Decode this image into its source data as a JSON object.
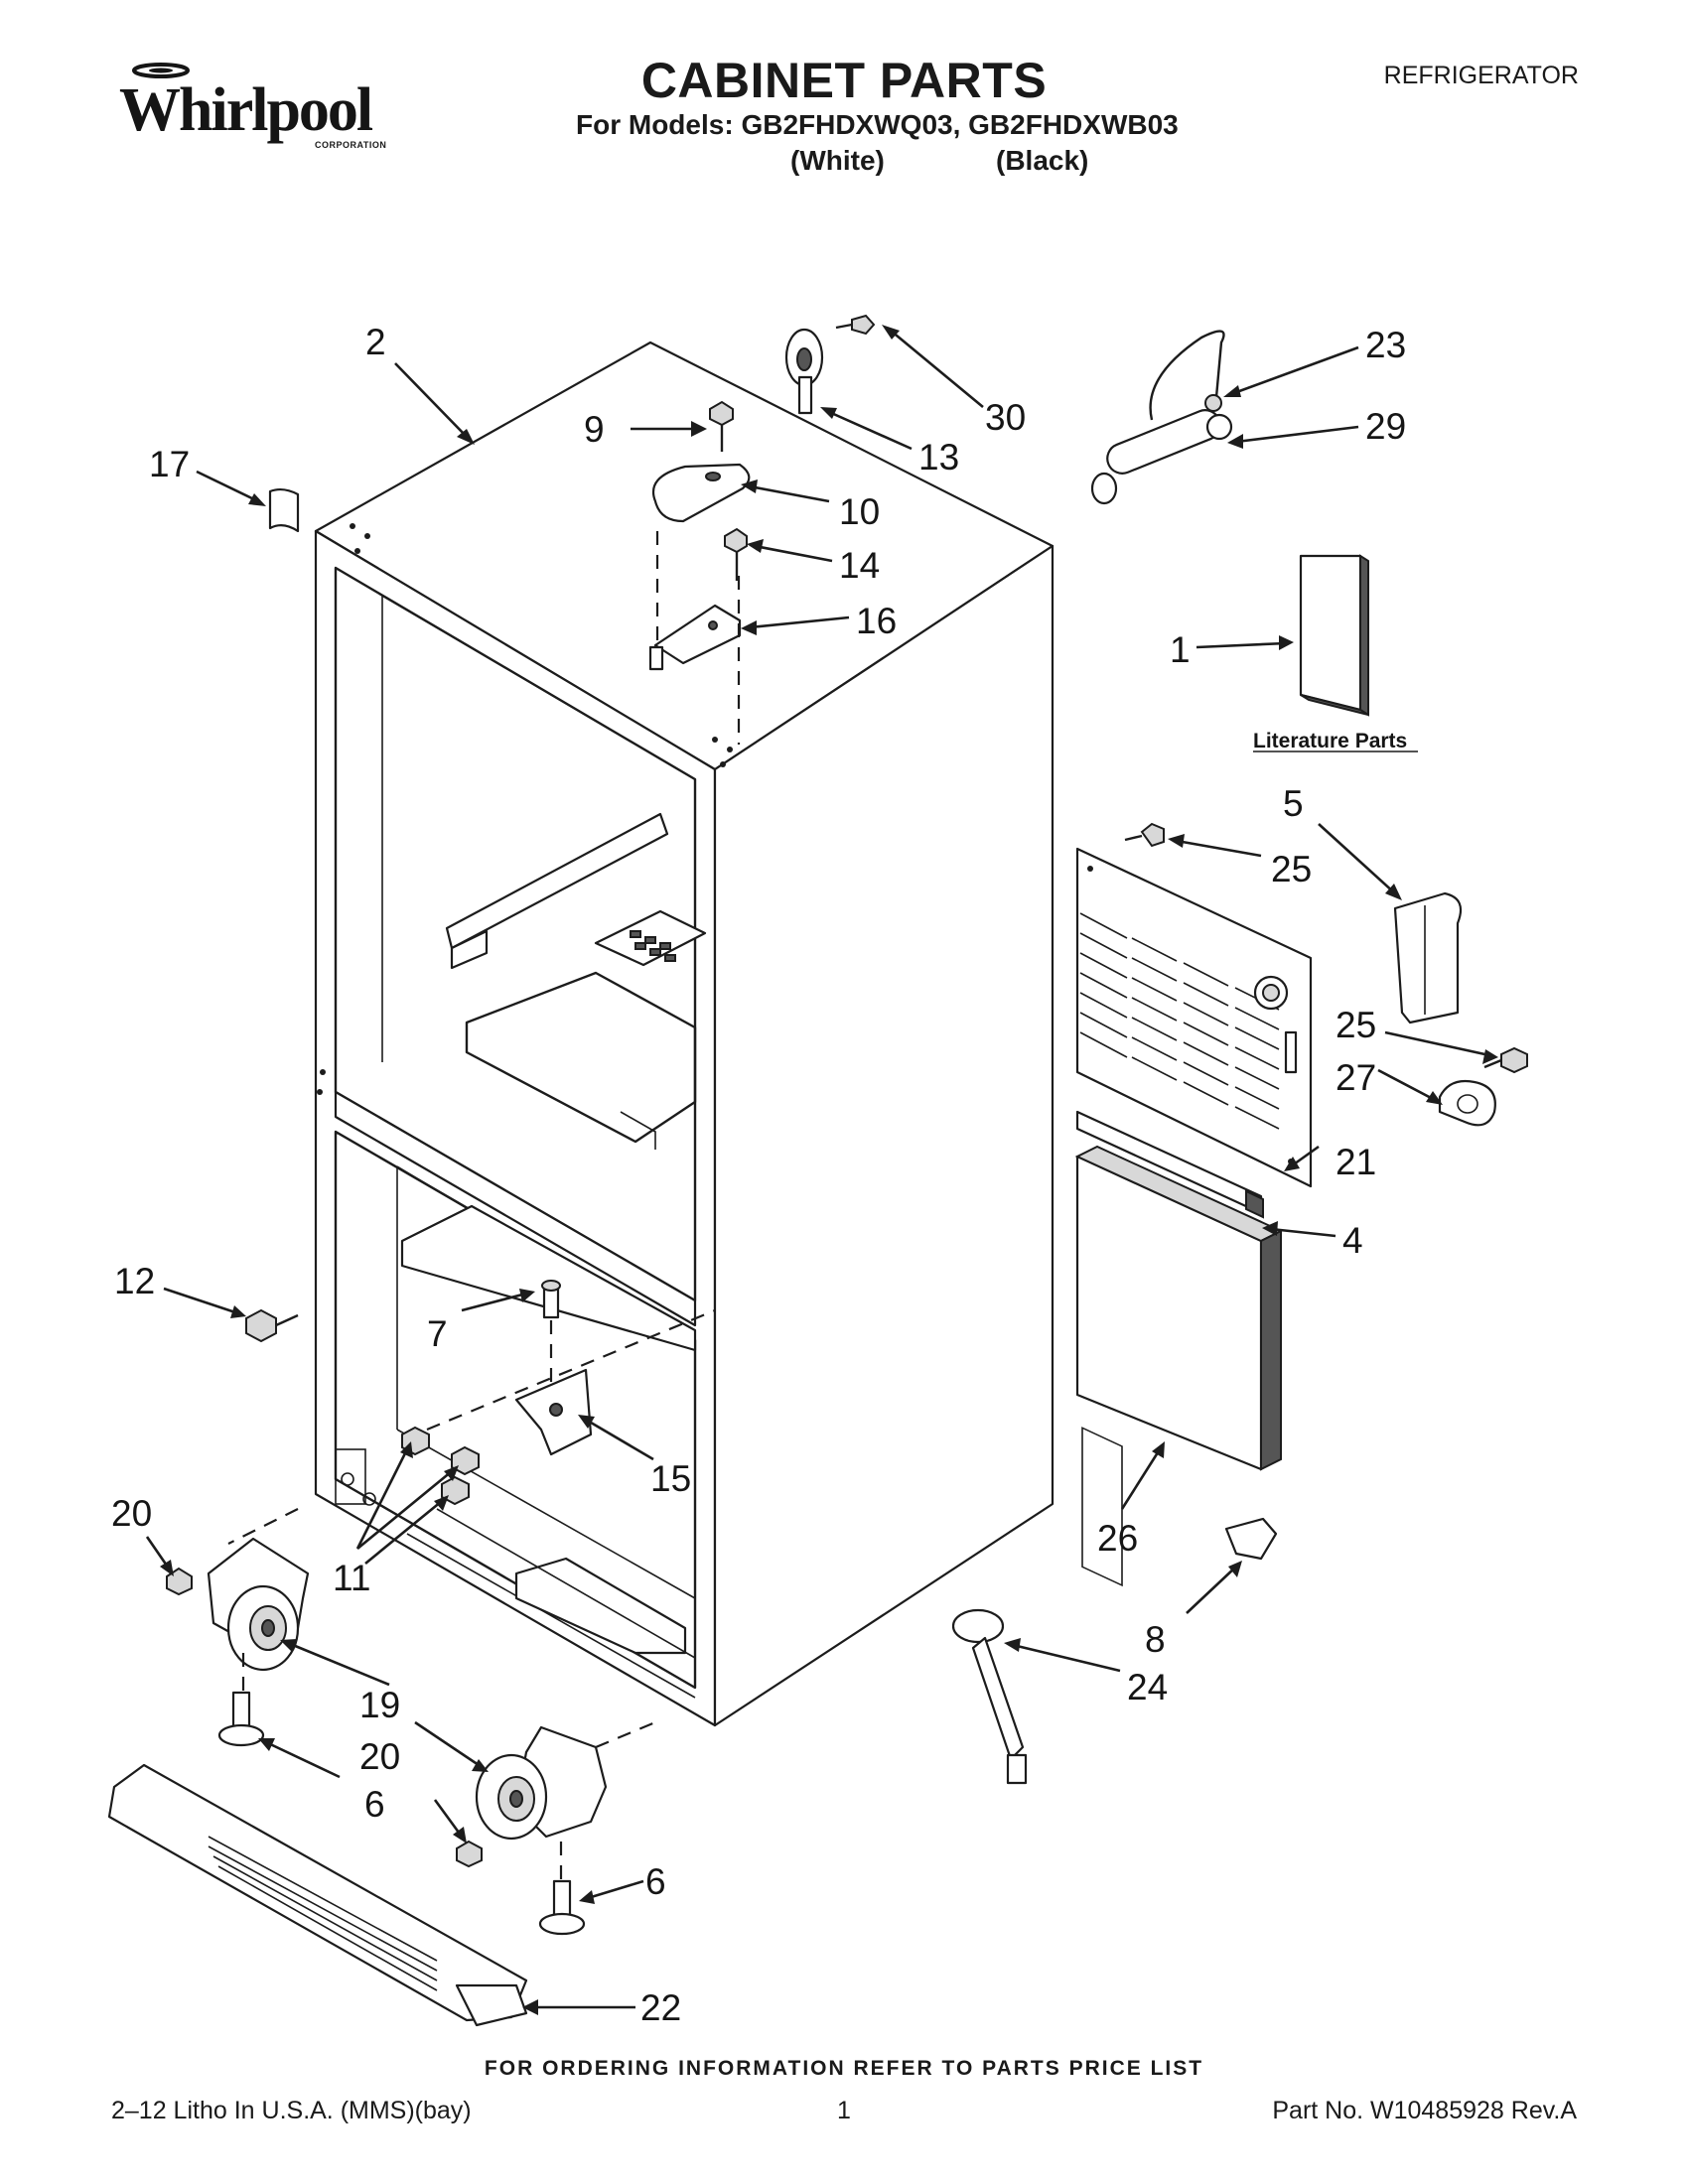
{
  "header": {
    "brand": "Whirlpool",
    "brand_sub": "CORPORATION",
    "title": "CABINET PARTS",
    "appliance": "REFRIGERATOR",
    "models_line": "For Models: GB2FHDXWQ03, GB2FHDXWB03",
    "color_white": "(White)",
    "color_black": "(Black)"
  },
  "diagram": {
    "callouts": [
      "2",
      "9",
      "30",
      "13",
      "23",
      "29",
      "17",
      "10",
      "14",
      "16",
      "1",
      "5",
      "25",
      "25",
      "27",
      "21",
      "4",
      "12",
      "7",
      "15",
      "26",
      "20",
      "11",
      "8",
      "24",
      "19",
      "20",
      "6",
      "6",
      "22"
    ],
    "literature_label": "Literature Parts"
  },
  "footer": {
    "note": "FOR ORDERING INFORMATION REFER TO PARTS PRICE LIST",
    "litho": "2–12 Litho In U.S.A. (MMS)(bay)",
    "page": "1",
    "part_no": "Part No. W10485928 Rev.A"
  }
}
